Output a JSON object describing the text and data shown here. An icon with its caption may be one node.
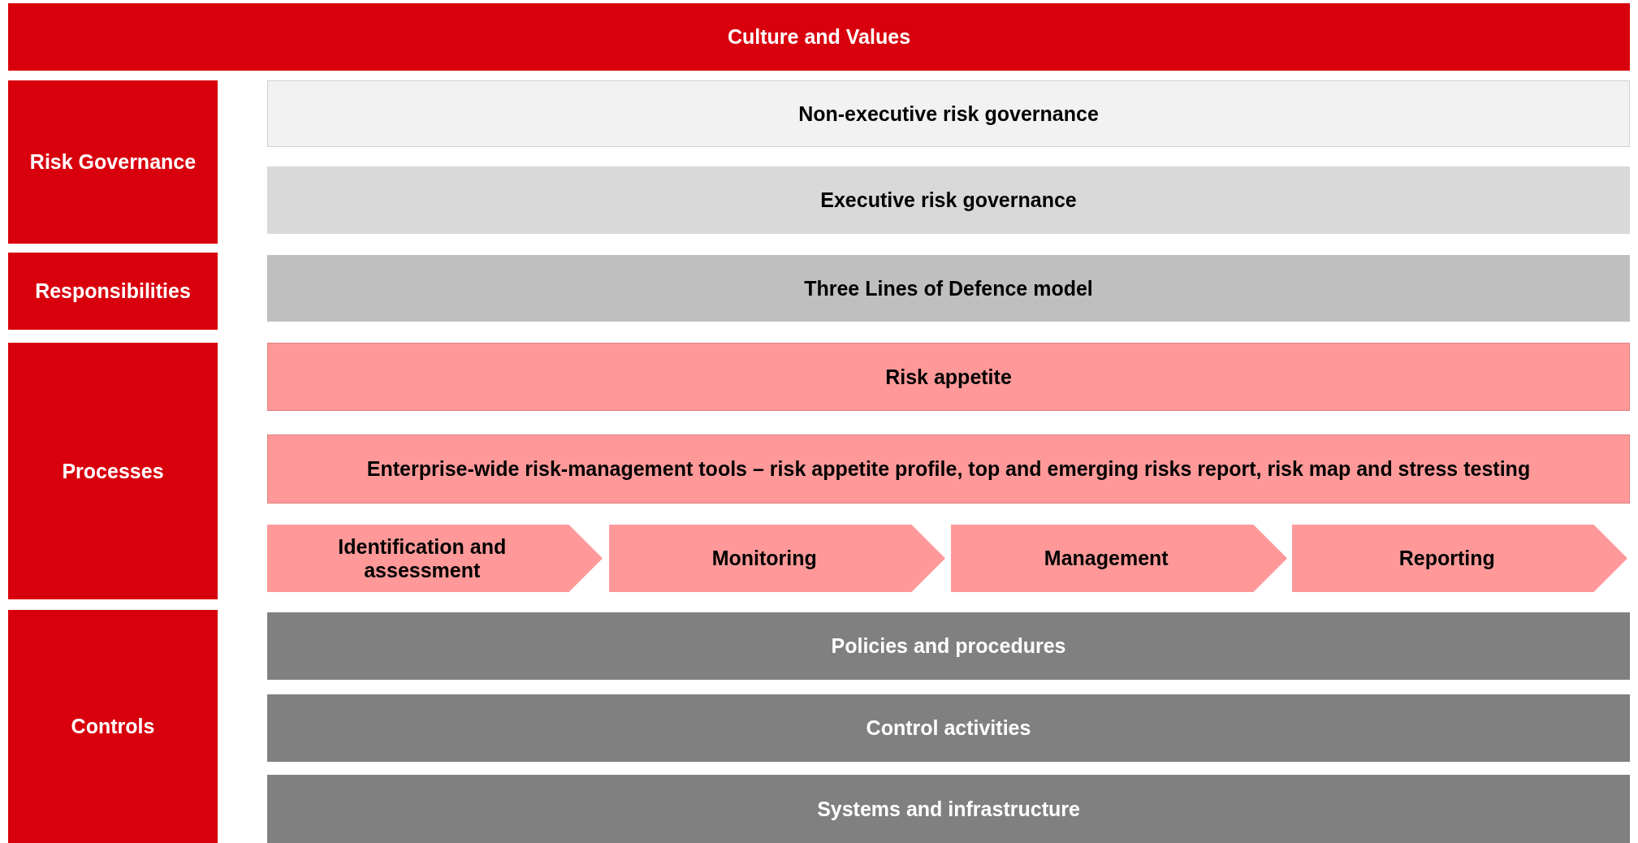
{
  "diagram": {
    "nodes": [
      {
        "text": [
          "Culture and Values"
        ]
      },
      {
        "text": [
          "Risk Governance"
        ]
      },
      {
        "text": [
          "Non-executive risk governance"
        ]
      },
      {
        "text": [
          "Executive risk governance"
        ]
      },
      {
        "text": [
          "Responsibilities"
        ]
      },
      {
        "text": [
          "Three Lines of Defence model"
        ]
      },
      {
        "text": [
          "Processes"
        ]
      },
      {
        "text": [
          "Risk appetite"
        ]
      },
      {
        "text": [
          "Enterprise-wide risk-management tools – risk appetite profile, top and emerging risks report, risk map and stress testing"
        ]
      },
      {
        "text": [
          "Identification and assessment"
        ]
      },
      {
        "text": [
          "Monitoring"
        ]
      },
      {
        "text": [
          "Management"
        ]
      },
      {
        "text": [
          "Reporting"
        ]
      },
      {
        "text": [
          "Controls"
        ]
      },
      {
        "text": [
          "Policies and procedures"
        ]
      },
      {
        "text": [
          "Control activities"
        ]
      },
      {
        "text": [
          "Systems and infrastructure"
        ]
      }
    ]
  }
}
